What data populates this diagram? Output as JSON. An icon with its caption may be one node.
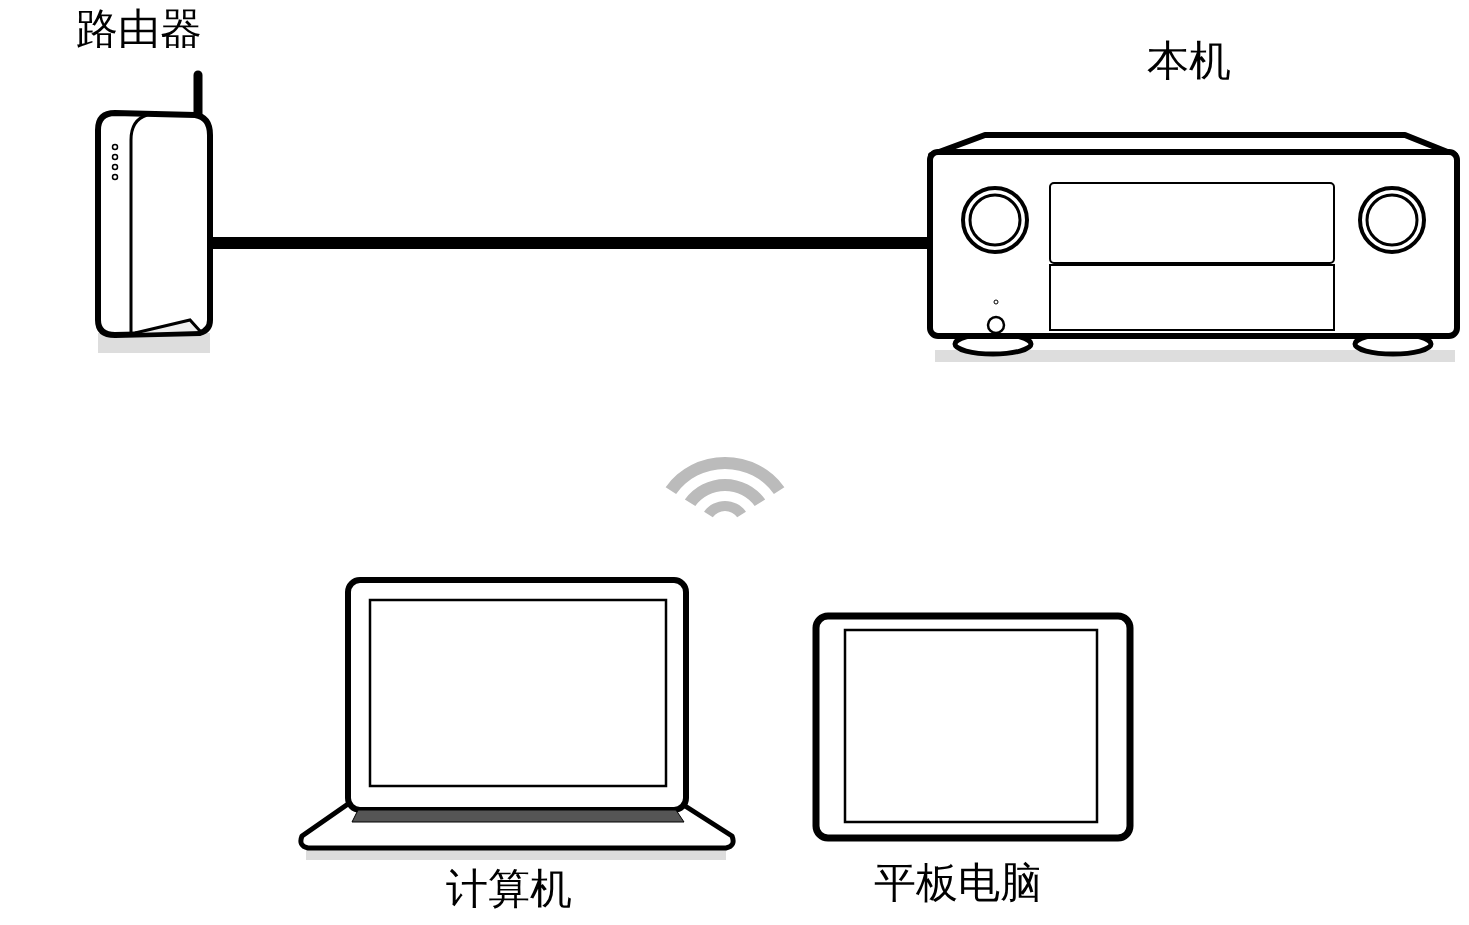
{
  "diagram": {
    "nodes": [
      {
        "text": [
          "路由器"
        ]
      },
      {
        "text": [
          "本机"
        ]
      },
      {
        "text": [
          "计算机"
        ]
      },
      {
        "text": [
          "平板电脑"
        ]
      }
    ],
    "edges": [
      {
        "from": 0,
        "to": 1,
        "arrow": "none"
      }
    ]
  }
}
